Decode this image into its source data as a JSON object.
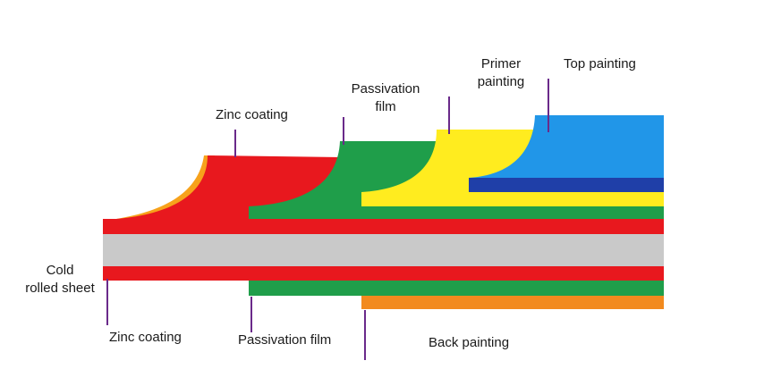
{
  "labels": {
    "top_painting": "Top painting",
    "primer_painting_line1": "Primer",
    "primer_painting_line2": "painting",
    "passivation_film_top_line1": "Passivation",
    "passivation_film_top_line2": "film",
    "zinc_coating_top": "Zinc coating",
    "cold_rolled_line1": "Cold",
    "cold_rolled_line2": "rolled sheet",
    "zinc_coating_bottom": "Zinc coating",
    "passivation_film_bottom": "Passivation film",
    "back_painting": "Back painting"
  },
  "colors": {
    "zinc": "#e8181e",
    "zinc_edge": "#f7a21b",
    "steel": "#c9c9c9",
    "passivation": "#1f9e4a",
    "primer": "#ffec1f",
    "top_paint": "#2196e8",
    "top_paint_dark": "#1f3fa8",
    "back_paint": "#f28a1e",
    "leader": "#6a2a8a"
  }
}
